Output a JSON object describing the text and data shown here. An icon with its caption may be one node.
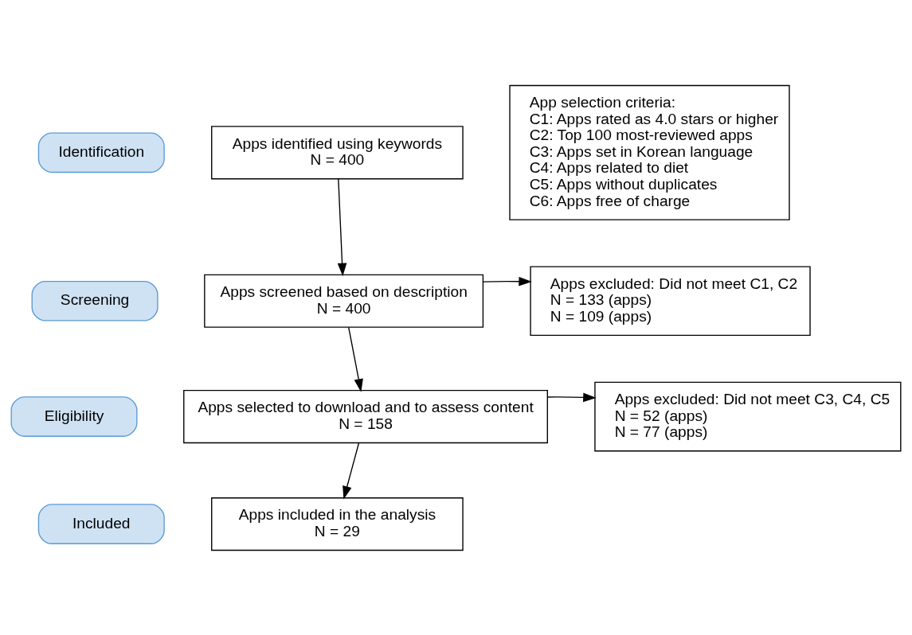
{
  "diagram": {
    "nodes": [
      {
        "text": [
          "Identification"
        ]
      },
      {
        "text": [
          "Apps identified using keywords",
          "N = 400"
        ]
      },
      {
        "text": [
          "App selection criteria:",
          "C1: Apps rated as 4.0 stars or higher",
          "C2: Top 100 most-reviewed apps",
          "C3: Apps set in Korean language",
          "C4: Apps related to diet",
          "C5: Apps without duplicates",
          "C6: Apps free of charge"
        ]
      },
      {
        "text": [
          "Screening"
        ]
      },
      {
        "text": [
          "Apps screened based on description",
          "N = 400"
        ]
      },
      {
        "text": [
          "Apps excluded: Did not meet C1, C2",
          "N = 133 (apps)",
          "N = 109 (apps)"
        ]
      },
      {
        "text": [
          "Eligibility"
        ]
      },
      {
        "text": [
          "Apps selected to download and to assess content",
          "N = 158"
        ]
      },
      {
        "text": [
          "Apps excluded: Did not meet C3, C4, C5",
          "N = 52 (apps)",
          "N = 77 (apps)"
        ]
      },
      {
        "text": [
          "Included"
        ]
      },
      {
        "text": [
          "Apps included in the analysis",
          "N = 29"
        ]
      }
    ],
    "edges": [
      {
        "from": 1,
        "to": 4,
        "arrow": "to"
      },
      {
        "from": 4,
        "to": 7,
        "arrow": "to"
      },
      {
        "from": 4,
        "to": 5,
        "arrow": "to"
      },
      {
        "from": 7,
        "to": 10,
        "arrow": "to"
      },
      {
        "from": 7,
        "to": 8,
        "arrow": "to"
      }
    ]
  }
}
